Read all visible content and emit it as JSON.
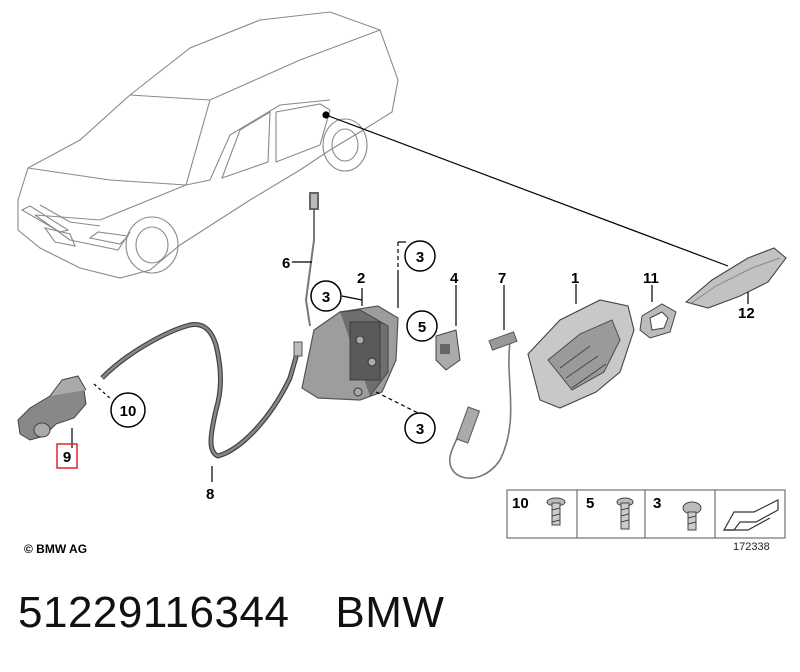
{
  "diagram": {
    "callouts": {
      "p1": "1",
      "p2": "2",
      "p3a": "3",
      "p3b": "3",
      "p3c": "3",
      "p3d": "3",
      "p4": "4",
      "p5a": "5",
      "p5b": "5",
      "p6": "6",
      "p7": "7",
      "p8": "8",
      "p9": "9",
      "p10a": "10",
      "p10b": "10",
      "p11": "11",
      "p12": "12"
    },
    "highlighted_callout": "9",
    "highlight_color": "#e0262b",
    "figure_id": "172338",
    "copyright": "© BMW AG"
  },
  "footer": {
    "part_number": "51229116344",
    "brand": "BMW"
  },
  "icons": [
    "car-outline",
    "door-lock",
    "screw",
    "arrow-sign"
  ]
}
